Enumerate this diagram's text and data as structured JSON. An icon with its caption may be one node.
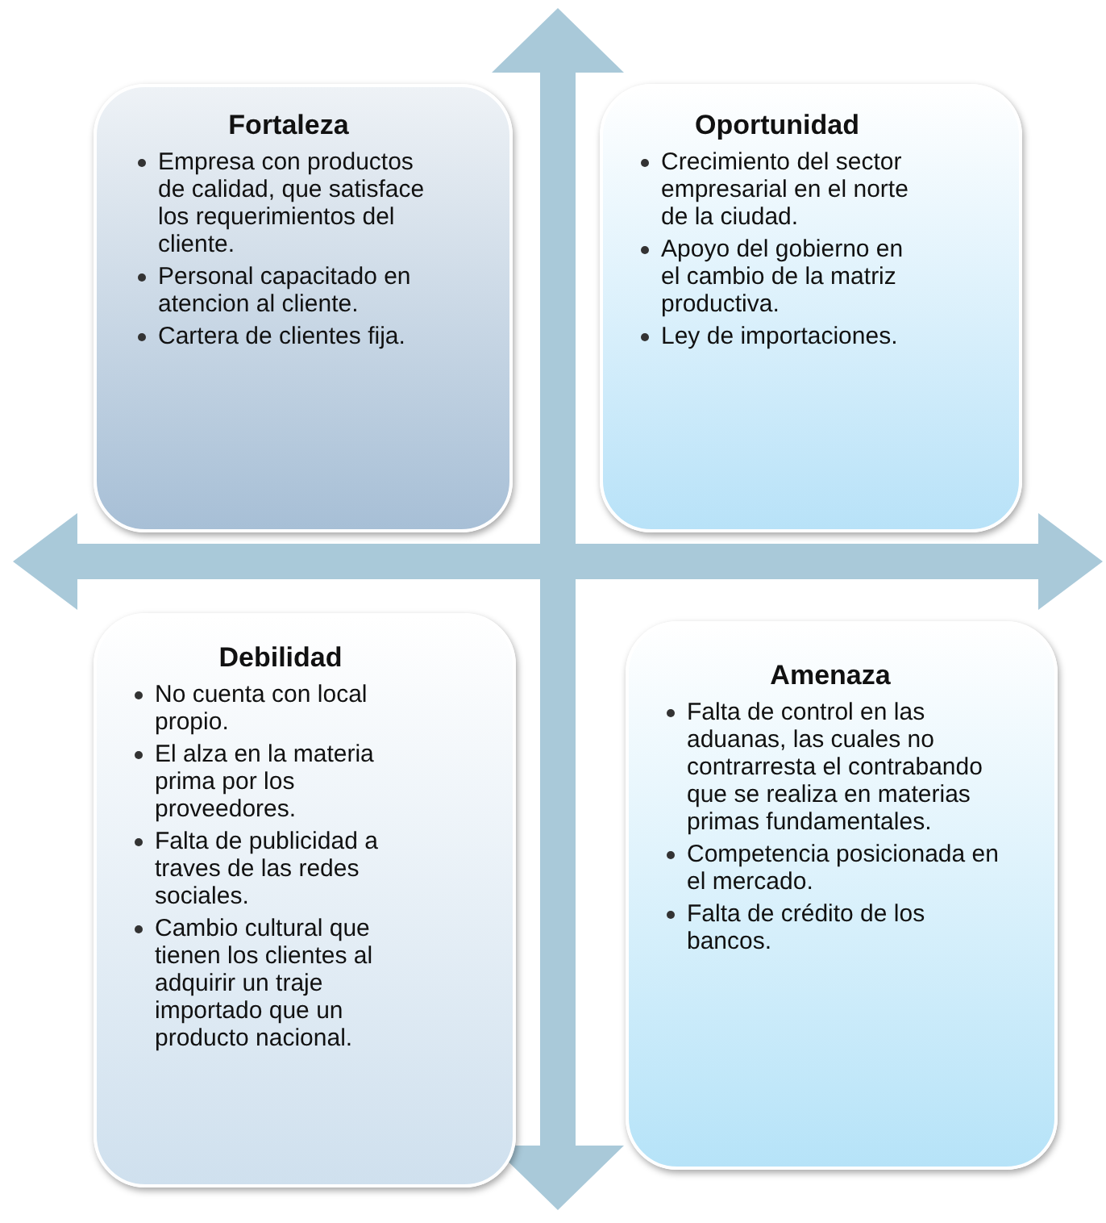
{
  "diagram": {
    "nodes": [
      {
        "text": [
          "Fortaleza",
          "Empresa con productos de calidad, que satisface los requerimientos del cliente.",
          "Personal capacitado en atencion al cliente.",
          "Cartera de clientes fija."
        ]
      },
      {
        "text": [
          "Oportunidad",
          "Crecimiento del sector empresarial en el norte de la ciudad.",
          "Apoyo del gobierno en el cambio de la matriz productiva.",
          "Ley de importaciones."
        ]
      },
      {
        "text": [
          "Debilidad",
          "No cuenta con local propio.",
          "El alza en la materia prima por los proveedores.",
          "Falta de publicidad a traves de las redes sociales.",
          "Cambio cultural que tienen los clientes al adquirir un traje importado que un producto nacional."
        ]
      },
      {
        "text": [
          "Amenaza",
          "Falta de control en las aduanas, las cuales no contrarresta el contrabando que se realiza en materias primas fundamentales.",
          "Competencia posicionada en el mercado.",
          "Falta de crédito de los bancos."
        ]
      }
    ]
  }
}
